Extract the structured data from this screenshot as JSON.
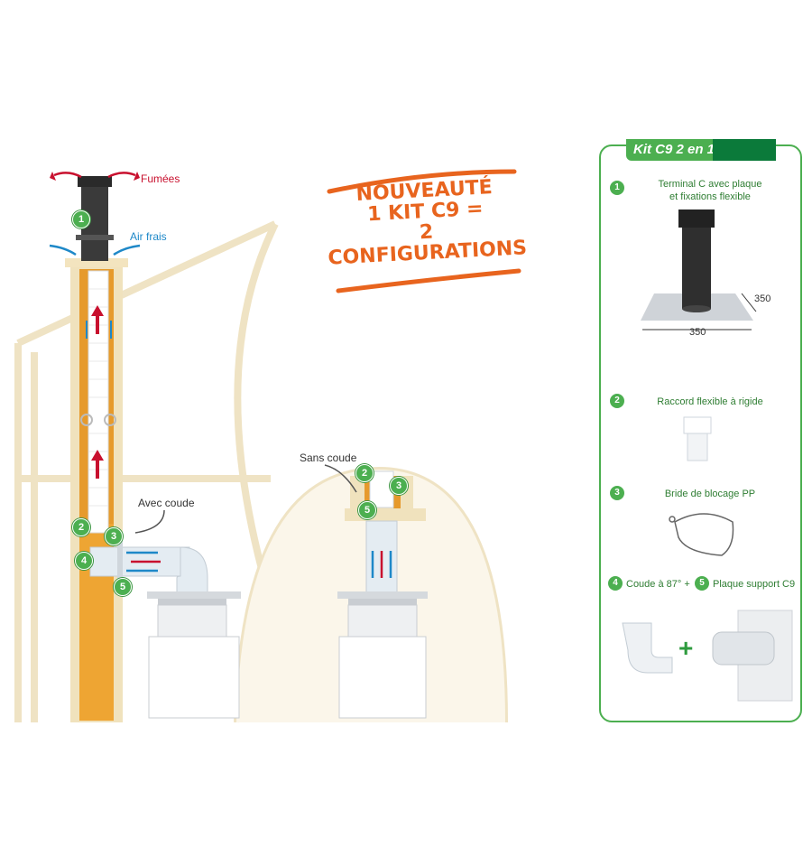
{
  "labels": {
    "fumees": "Fumées",
    "air_frais": "Air frais",
    "avec_coude": "Avec coude",
    "sans_coude": "Sans coude"
  },
  "promo": {
    "line1": "NOUVEAUTÉ",
    "line2": "1 KIT C9 =",
    "line3": "2 CONFIGURATIONS"
  },
  "kit": {
    "title": "Kit C9 2 en 1",
    "items": [
      {
        "num": "1",
        "label_line1": "Terminal C avec plaque",
        "label_line2": "et fixations flexible"
      },
      {
        "num": "2",
        "label": "Raccord flexible à rigide"
      },
      {
        "num": "3",
        "label": "Bride de blocage PP"
      },
      {
        "num": "4",
        "label": "Coude à 87° +"
      },
      {
        "num": "5",
        "label": "Plaque support C9"
      }
    ],
    "dim_depth": "350",
    "dim_width": "350",
    "plus": "+"
  },
  "badges": {
    "b1": "1",
    "b2": "2",
    "b3": "3",
    "b4": "4",
    "b5": "5"
  },
  "colors": {
    "green": "#4caf50",
    "orange": "#e8641e",
    "red": "#c8102e",
    "blue": "#1e88c8",
    "wall": "#f2e6c8"
  }
}
